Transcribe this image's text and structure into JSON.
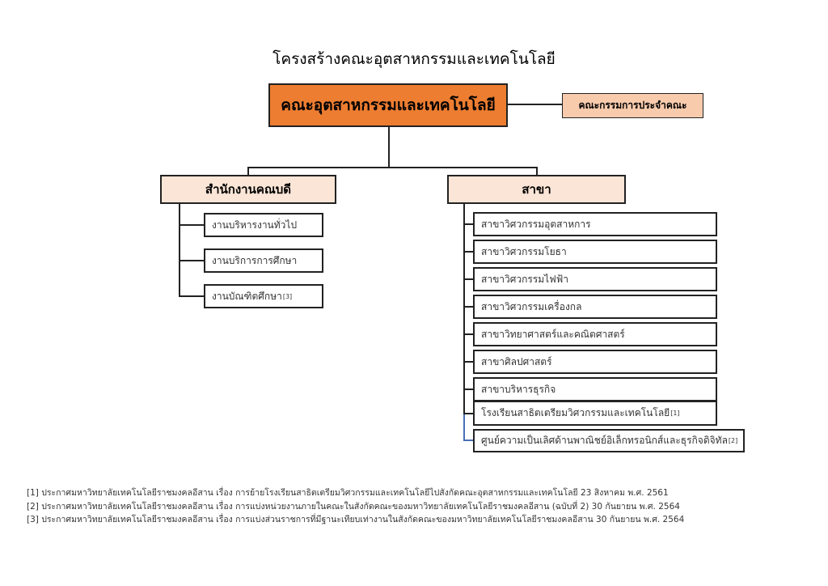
{
  "title": "โครงสร้างคณะอุตสาหกรรมและเทคโนโลยี",
  "root": "คณะอุตสาหกรรมและเทคโนโลยี",
  "committee": "คณะกรรมการประจำคณะ",
  "dean_office": {
    "label": "สำนักงานคณบดี",
    "items": [
      {
        "label": "งานบริหารงานทั่วไป",
        "ref": ""
      },
      {
        "label": "งานบริการการศึกษา",
        "ref": ""
      },
      {
        "label": "งานบัณฑิตศึกษา",
        "ref": "[3]"
      }
    ]
  },
  "branch": {
    "label": "สาขา",
    "items": [
      {
        "label": "สาขาวิศวกรรมอุตสาหการ",
        "ref": ""
      },
      {
        "label": "สาขาวิศวกรรมโยธา",
        "ref": ""
      },
      {
        "label": "สาขาวิศวกรรมไฟฟ้า",
        "ref": ""
      },
      {
        "label": "สาขาวิศวกรรมเครื่องกล",
        "ref": ""
      },
      {
        "label": "สาขาวิทยาศาสตร์และคณิตศาสตร์",
        "ref": ""
      },
      {
        "label": "สาขาศิลปศาสตร์",
        "ref": ""
      },
      {
        "label": "สาขาบริหารธุรกิจ",
        "ref": ""
      },
      {
        "label": "โรงเรียนสาธิตเตรียมวิศวกรรมและเทคโนโลยี",
        "ref": "[1]"
      },
      {
        "label": "ศูนย์ความเป็นเลิศด้านพาณิชย์อิเล็กทรอนิกส์และธุรกิจดิจิทัล",
        "ref": "[2]"
      }
    ]
  },
  "footnotes": [
    "[1] ประกาศมหาวิทยาลัยเทคโนโลยีราชมงคลอีสาน เรื่อง การย้ายโรงเรียนสาธิตเตรียมวิศวกรรมและเทคโนโลยีไปสังกัดคณะอุตสาหกรรมและเทคโนโลยี 23 สิงหาคม พ.ศ. 2561",
    "[2] ประกาศมหาวิทยาลัยเทคโนโลยีราชมงคลอีสาน เรื่อง การแบ่งหน่วยงานภายในคณะในสังกัดคณะของมหาวิทยาลัยเทคโนโลยีราชมงคลอีสาน (ฉบับที่ 2) 30 กันยายน พ.ศ. 2564",
    "[3] ประกาศมหาวิทยาลัยเทคโนโลยีราชมงคลอีสาน เรื่อง การแบ่งส่วนราชการที่มีฐานะเทียบเท่างานในสังกัดคณะของมหาวิทยาลัยเทคโนโลยีราชมงคลอีสาน 30 กันยายน พ.ศ. 2564"
  ]
}
